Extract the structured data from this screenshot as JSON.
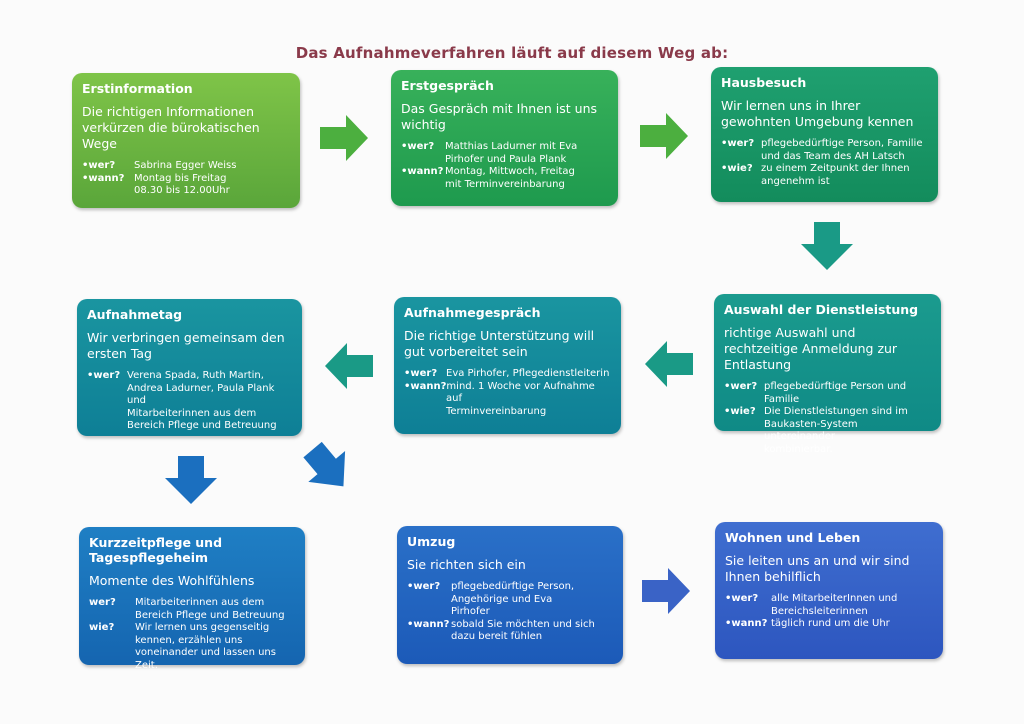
{
  "title": "Das Aufnahmeverfahren läuft auf diesem Weg ab:",
  "boxes": {
    "erstinformation": {
      "heading": "Erstinformation",
      "lead": "Die richtigen Informationen verkürzen die bürokatischen Wege",
      "rows": [
        {
          "bullet": "•",
          "key": "wer?",
          "value": "Sabrina Egger Weiss"
        },
        {
          "bullet": "•",
          "key": "wann?",
          "value": "Montag bis Freitag"
        },
        {
          "bullet": "",
          "key": "",
          "value": "08.30 bis 12.00Uhr"
        }
      ]
    },
    "erstgespraech": {
      "heading": "Erstgespräch",
      "lead": "Das Gespräch mit Ihnen ist uns wichtig",
      "rows": [
        {
          "bullet": "•",
          "key": "wer?",
          "value": "Matthias Ladurner mit Eva"
        },
        {
          "bullet": "",
          "key": "",
          "value": "Pirhofer und Paula Plank"
        },
        {
          "bullet": "•",
          "key": "wann?",
          "value": "Montag, Mittwoch, Freitag"
        },
        {
          "bullet": "",
          "key": "",
          "value": "mit Terminvereinbarung"
        }
      ]
    },
    "hausbesuch": {
      "heading": "Hausbesuch",
      "lead": "Wir lernen uns in Ihrer gewohnten Umgebung kennen",
      "rows": [
        {
          "bullet": "•",
          "key": "wer?",
          "value": "pflegebedürftige Person, Familie"
        },
        {
          "bullet": "",
          "key": "",
          "value": "und das Team des AH Latsch"
        },
        {
          "bullet": "•",
          "key": "wie?",
          "value": "zu einem Zeitpunkt der Ihnen"
        },
        {
          "bullet": "",
          "key": "",
          "value": "angenehm ist"
        }
      ]
    },
    "auswahl": {
      "heading": "Auswahl der Dienstleistung",
      "lead": "richtige Auswahl und rechtzeitige Anmeldung zur Entlastung",
      "rows": [
        {
          "bullet": "•",
          "key": "wer?",
          "value": "pflegebedürftige Person und"
        },
        {
          "bullet": "",
          "key": "",
          "value": "Familie"
        },
        {
          "bullet": "•",
          "key": "wie?",
          "value": "Die Dienstleistungen sind im"
        },
        {
          "bullet": "",
          "key": "",
          "value": "Baukasten-System untereinander"
        },
        {
          "bullet": "",
          "key": "",
          "value": "kombinierbar."
        }
      ]
    },
    "aufnahmegespraech": {
      "heading": "Aufnahmegespräch",
      "lead": "Die richtige Unterstützung will gut vorbereitet sein",
      "rows": [
        {
          "bullet": "•",
          "key": "wer?",
          "value": "Eva Pirhofer, Pflegedienstleiterin"
        },
        {
          "bullet": "•",
          "key": "wann?",
          "value": "mind. 1 Woche vor Aufnahme"
        },
        {
          "bullet": "",
          "key": "",
          "value": "auf"
        },
        {
          "bullet": "",
          "key": "",
          "value": "Terminvereinbarung"
        }
      ]
    },
    "aufnahmetag": {
      "heading": "Aufnahmetag",
      "lead": "Wir verbringen gemeinsam den ersten Tag",
      "rows": [
        {
          "bullet": "•",
          "key": "wer?",
          "value": "Verena Spada, Ruth Martin,"
        },
        {
          "bullet": "",
          "key": "",
          "value": "Andrea Ladurner, Paula Plank und"
        },
        {
          "bullet": "",
          "key": "",
          "value": "Mitarbeiterinnen aus dem"
        },
        {
          "bullet": "",
          "key": "",
          "value": "Bereich          Pflege und Betreuung"
        }
      ]
    },
    "kurzzeitpflege": {
      "heading": "Kurzzeitpflege und Tagespflegeheim",
      "lead": "Momente des Wohlfühlens",
      "rows": [
        {
          "bullet": "",
          "key": "wer?",
          "value": "Mitarbeiterinnen aus dem"
        },
        {
          "bullet": "",
          "key": "",
          "value": "Bereich Pflege und Betreuung"
        },
        {
          "bullet": "",
          "key": "wie?",
          "value": "Wir lernen uns gegenseitig"
        },
        {
          "bullet": "",
          "key": "",
          "value": "kennen, erzählen uns"
        },
        {
          "bullet": "",
          "key": "",
          "value": "voneinander und lassen uns Zeit."
        }
      ]
    },
    "umzug": {
      "heading": "Umzug",
      "lead": "Sie richten sich ein",
      "rows": [
        {
          "bullet": "•",
          "key": "wer?",
          "value": "pflegebedürftige Person,"
        },
        {
          "bullet": "",
          "key": "",
          "value": "Angehörige und Eva"
        },
        {
          "bullet": "",
          "key": "",
          "value": "Pirhofer"
        },
        {
          "bullet": "•",
          "key": "wann?",
          "value": "sobald Sie möchten und sich"
        },
        {
          "bullet": "",
          "key": "",
          "value": "dazu    bereit fühlen"
        }
      ]
    },
    "wohnen": {
      "heading": "Wohnen und Leben",
      "lead": "Sie leiten uns an und wir sind Ihnen behilflich",
      "rows": [
        {
          "bullet": "•",
          "key": "wer?",
          "value": "alle MitarbeiterInnen und"
        },
        {
          "bullet": "",
          "key": "",
          "value": "Bereichsleiterinnen"
        },
        {
          "bullet": "•",
          "key": "wann?",
          "value": "täglich rund um die Uhr"
        }
      ]
    }
  },
  "colors": {
    "title": "#8a3a4a",
    "arrow_green": "#4caf3f",
    "arrow_teal": "#1a9a86",
    "arrow_blue": "#1b6fbf",
    "arrow_indigo": "#3a63c6"
  }
}
